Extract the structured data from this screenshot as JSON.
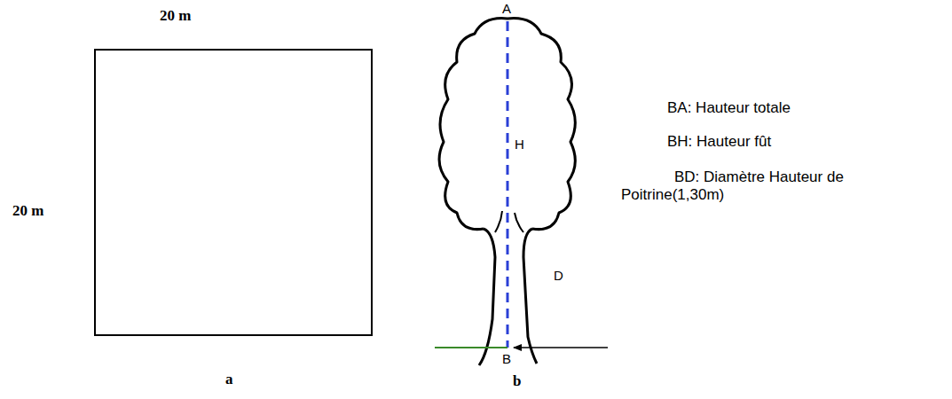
{
  "diagram": {
    "labels": [
      "20 m",
      "20 m",
      "a",
      "A",
      "H",
      "D",
      "B",
      "b",
      "BA: Hauteur totale",
      "BH: Hauteur fût",
      "BD: Diamètre Hauteur de Poitrine(1,30m)"
    ]
  }
}
